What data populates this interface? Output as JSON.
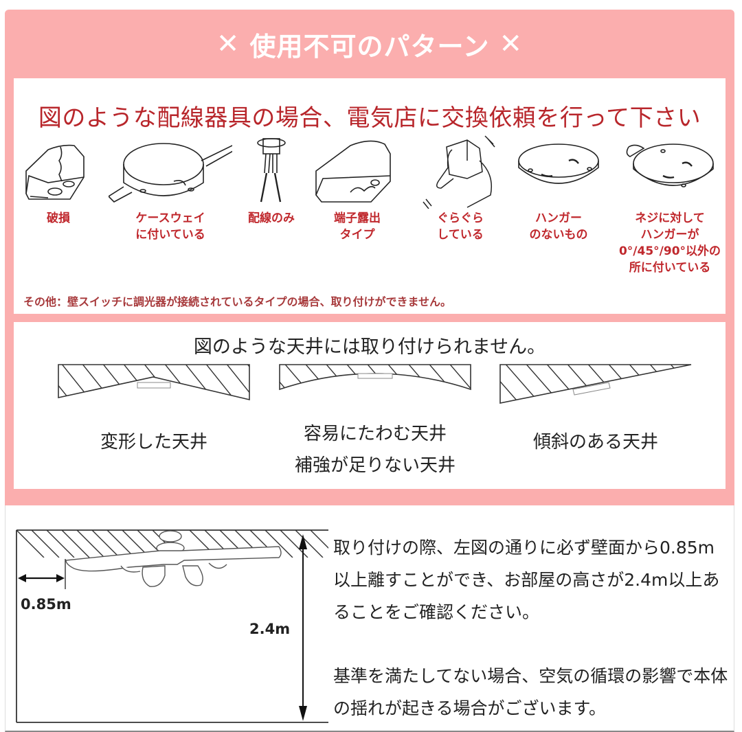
{
  "banner": {
    "title": "使用不可のパターン",
    "left_icon": "✕",
    "right_icon": "✕",
    "background_color": "#fbaeae"
  },
  "wiring_section": {
    "heading": "図のような配線器具の場合、電気店に交換依頼を行って下さい",
    "heading_color": "#b8262b",
    "items": [
      {
        "icon": "damaged-box-icon",
        "label": "破損"
      },
      {
        "icon": "caseway-box-icon",
        "label": "ケースウェイ\nに付いている"
      },
      {
        "icon": "wires-only-icon",
        "label": "配線のみ"
      },
      {
        "icon": "exposed-terminal-icon",
        "label": "端子露出\nタイプ"
      },
      {
        "icon": "wobbly-hand-icon",
        "label": "ぐらぐら\nしている"
      },
      {
        "icon": "no-hanger-plate-icon",
        "label": "ハンガー\nのないもの"
      },
      {
        "icon": "misaligned-hanger-plate-icon",
        "label": "ネジに対して\nハンガーが\n0°/45°/90°以外の\n所に付いている"
      }
    ],
    "note": "その他：壁スイッチに調光器が接続されているタイプの場合、取り付けができません。"
  },
  "ceiling_section": {
    "heading": "図のような天井には取り付けられません。",
    "items": [
      {
        "icon": "deformed-ceiling-icon",
        "label": "変形した天井"
      },
      {
        "icon": "sagging-ceiling-icon",
        "label": "容易にたわむ天井\n補強が足りない天井"
      },
      {
        "icon": "sloped-ceiling-icon",
        "label": "傾斜のある天井"
      }
    ]
  },
  "installation": {
    "wall_distance": "0.85m",
    "room_height": "2.4m",
    "paragraphs": [
      "取り付けの際、左図の通りに必ず壁面から0.85m以上離すことができ、お部屋の高さが2.4m以上あることをご確認ください。",
      "基準を満たしてない場合、空気の循環の影響で本体の揺れが起きる場合がございます。"
    ]
  }
}
